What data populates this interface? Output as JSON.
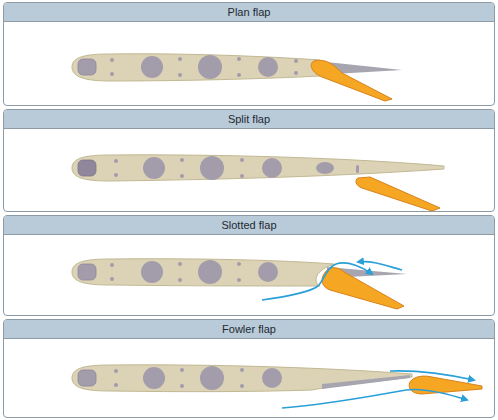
{
  "diagram": {
    "nodes": [
      {
        "text": [
          "Plan flap"
        ]
      },
      {
        "text": [
          "Split flap"
        ]
      },
      {
        "text": [
          "Slotted flap"
        ]
      },
      {
        "text": [
          "Fowler flap"
        ]
      }
    ]
  }
}
